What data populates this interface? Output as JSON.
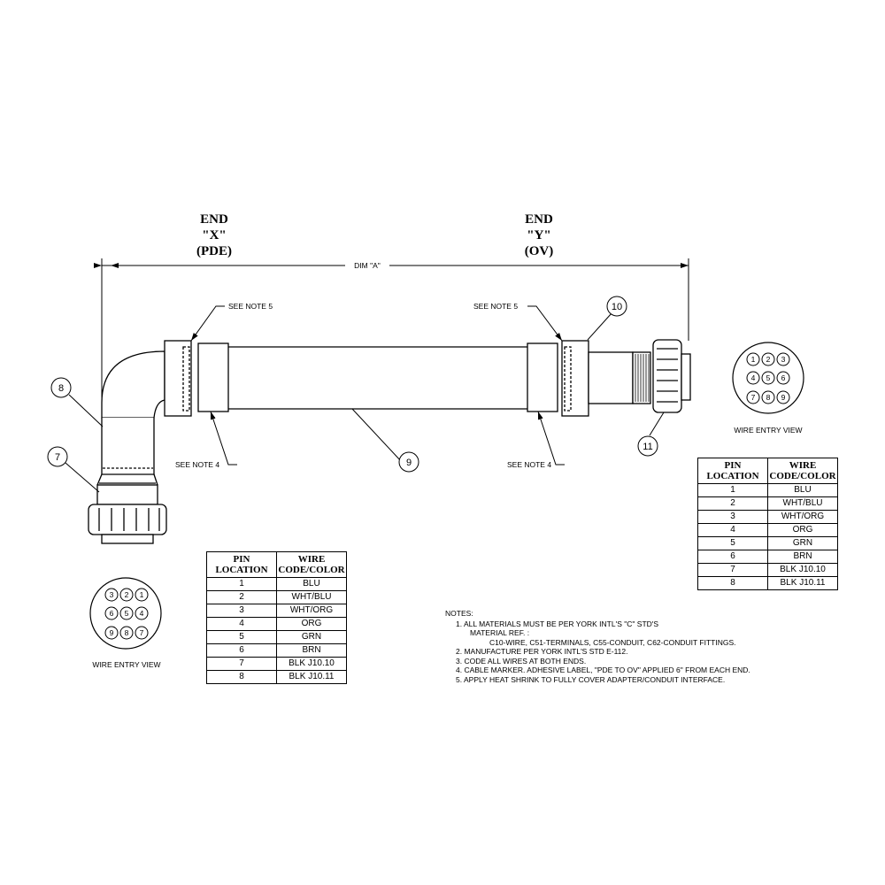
{
  "end_x": {
    "line1": "END",
    "line2": "\"X\"",
    "line3": "(PDE)"
  },
  "end_y": {
    "line1": "END",
    "line2": "\"Y\"",
    "line3": "(OV)"
  },
  "dim_label": "DIM \"A\"",
  "callouts": {
    "see_note_5": "SEE NOTE 5",
    "see_note_4": "SEE NOTE 4"
  },
  "bubbles": {
    "b7": "7",
    "b8": "8",
    "b9": "9",
    "b10": "10",
    "b11": "11"
  },
  "wire_entry_label": "WIRE ENTRY VIEW",
  "connector_left_pins": [
    "3",
    "2",
    "1",
    "6",
    "5",
    "4",
    "9",
    "8",
    "7"
  ],
  "connector_right_pins": [
    "1",
    "2",
    "3",
    "4",
    "5",
    "6",
    "7",
    "8",
    "9"
  ],
  "table_left": {
    "header_col1": [
      "PIN",
      "LOCATION"
    ],
    "header_col2": [
      "WIRE",
      "CODE/COLOR"
    ],
    "rows": [
      [
        "1",
        "BLU"
      ],
      [
        "2",
        "WHT/BLU"
      ],
      [
        "3",
        "WHT/ORG"
      ],
      [
        "4",
        "ORG"
      ],
      [
        "5",
        "GRN"
      ],
      [
        "6",
        "BRN"
      ],
      [
        "7",
        "BLK  J10.10"
      ],
      [
        "8",
        "BLK  J10.11"
      ]
    ]
  },
  "table_right": {
    "header_col1": [
      "PIN",
      "LOCATION"
    ],
    "header_col2": [
      "WIRE",
      "CODE/COLOR"
    ],
    "rows": [
      [
        "1",
        "BLU"
      ],
      [
        "2",
        "WHT/BLU"
      ],
      [
        "3",
        "WHT/ORG"
      ],
      [
        "4",
        "ORG"
      ],
      [
        "5",
        "GRN"
      ],
      [
        "6",
        "BRN"
      ],
      [
        "7",
        "BLK  J10.10"
      ],
      [
        "8",
        "BLK  J10.11"
      ]
    ]
  },
  "notes": {
    "heading": "NOTES:",
    "n1": "1.  ALL MATERIALS MUST BE PER YORK INTL'S \"C\" STD'S",
    "n1_sub": "MATERIAL REF. :",
    "n1_sub2": "C10-WIRE, C51-TERMINALS, C55-CONDUIT, C62-CONDUIT FITTINGS.",
    "n2": "2.  MANUFACTURE PER YORK INTL'S STD E-112.",
    "n3": "3.  CODE ALL WIRES AT BOTH ENDS.",
    "n4": "4.  CABLE MARKER. ADHESIVE LABEL, \"PDE TO OV\" APPLIED 6\" FROM EACH END.",
    "n5": "5.  APPLY HEAT SHRINK TO FULLY COVER ADAPTER/CONDUIT INTERFACE."
  }
}
